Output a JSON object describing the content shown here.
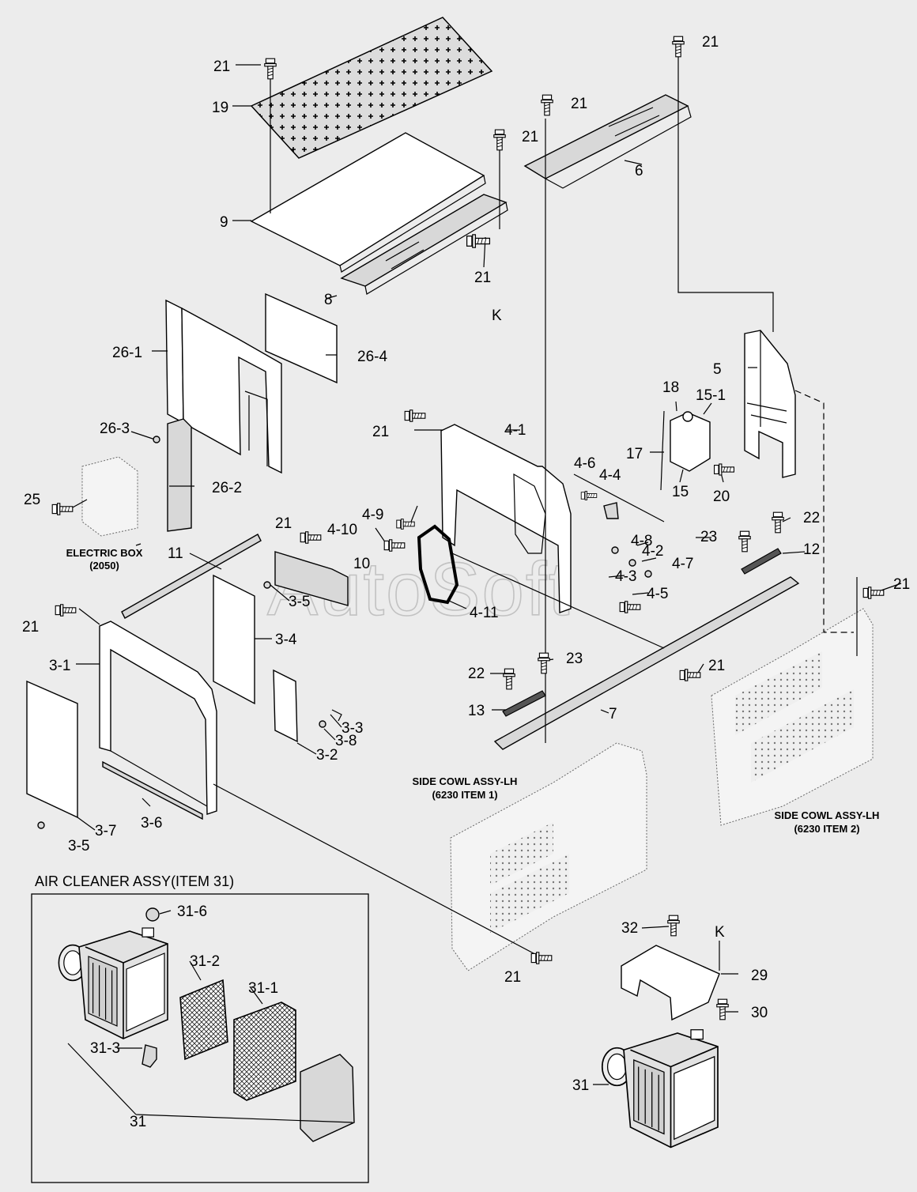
{
  "watermark": "AutoSoft",
  "captions": {
    "electric_box": [
      "ELECTRIC BOX",
      "(2050)"
    ],
    "side_cowl_1": [
      "SIDE COWL ASSY-LH",
      "(6230 ITEM 1)"
    ],
    "side_cowl_2": [
      "SIDE COWL ASSY-LH",
      "(6230 ITEM 2)"
    ],
    "air_cleaner_title": "AIR CLEANER ASSY(ITEM 31)"
  },
  "callouts": {
    "c21a": "21",
    "c19": "19",
    "c9": "9",
    "c8": "8",
    "c21b": "21",
    "c21c": "21",
    "cK1": "K",
    "c21d": "21",
    "c21e": "21",
    "c6": "6",
    "c26_1": "26-1",
    "c26_4": "26-4",
    "c26_3": "26-3",
    "c26_2": "26-2",
    "c25": "25",
    "c5": "5",
    "c18": "18",
    "c15_1": "15-1",
    "c17": "17",
    "c15": "15",
    "c20": "20",
    "c21f": "21",
    "c4_1": "4-1",
    "c4_6": "4-6",
    "c4_4": "4-4",
    "c4_9": "4-9",
    "c4_10": "4-10",
    "c4_8": "4-8",
    "c4_2": "4-2",
    "c4_7": "4-7",
    "c4_3": "4-3",
    "c4_5": "4-5",
    "c4_11": "4-11",
    "c21g": "21",
    "c11": "11",
    "c10": "10",
    "c3_5a": "3-5",
    "c3_4": "3-4",
    "c21h": "21",
    "c3_1": "3-1",
    "c23a": "23",
    "c22a": "22",
    "c12": "12",
    "c21i": "21",
    "c21j": "21",
    "c22b": "22",
    "c23b": "23",
    "c13": "13",
    "c7": "7",
    "c3_3": "3-3",
    "c3_8": "3-8",
    "c3_2": "3-2",
    "c3_7": "3-7",
    "c3_6": "3-6",
    "c3_5b": "3-5",
    "c31_6": "31-6",
    "c31_2": "31-2",
    "c31_1": "31-1",
    "c31_3": "31-3",
    "c31a": "31",
    "c21k": "21",
    "c32": "32",
    "cK2": "K",
    "c29": "29",
    "c30": "30",
    "c31b": "31"
  }
}
